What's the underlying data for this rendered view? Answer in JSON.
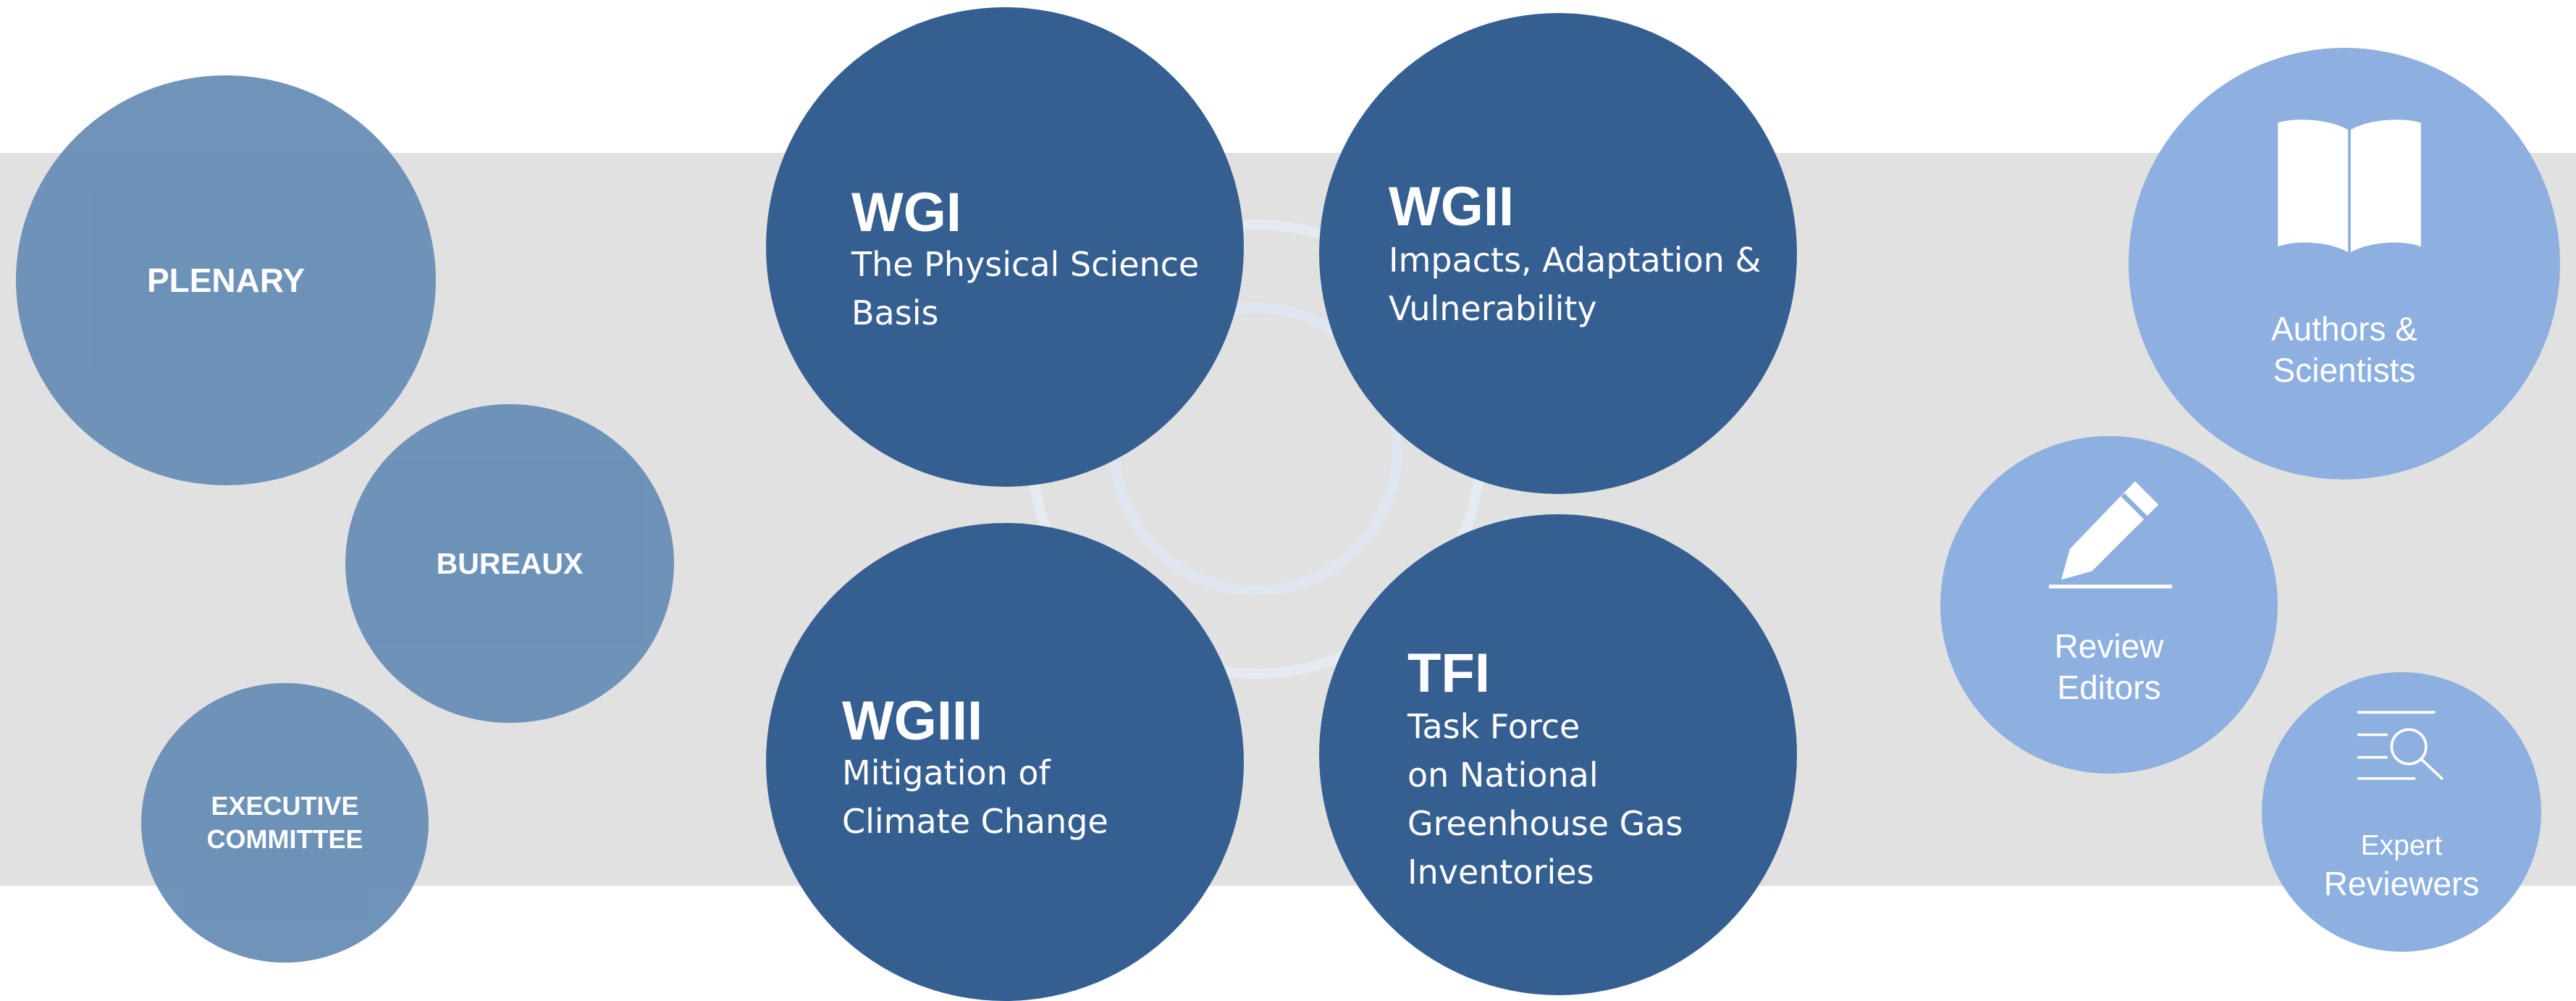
{
  "governance": {
    "plenary": "PLENARY",
    "bureaux": "BUREAUX",
    "executive_committee": "EXECUTIVE\nCOMMITTEE"
  },
  "working_groups": {
    "wg1": {
      "title": "WGI",
      "subtitle": "The Physical Science\nBasis"
    },
    "wg2": {
      "title": "WGII",
      "subtitle": "Impacts, Adaptation &\nVulnerability"
    },
    "wg3": {
      "title": "WGIII",
      "subtitle": "Mitigation of\nClimate Change"
    },
    "tfi": {
      "title": "TFI",
      "subtitle": "Task Force\non National\nGreenhouse Gas\nInventories"
    }
  },
  "contributors": {
    "authors": {
      "label": "Authors &\nScientists",
      "icon": "book-icon"
    },
    "editors": {
      "label": "Review\nEditors",
      "icon": "pencil-icon"
    },
    "reviewers": {
      "label_small": "Expert",
      "label": "Reviewers",
      "icon": "document-search-icon"
    }
  },
  "colors": {
    "band": "#e1e1e1",
    "governance": "#6a90b7",
    "working_groups": "#355f91",
    "contributors": "#8db0e0"
  }
}
